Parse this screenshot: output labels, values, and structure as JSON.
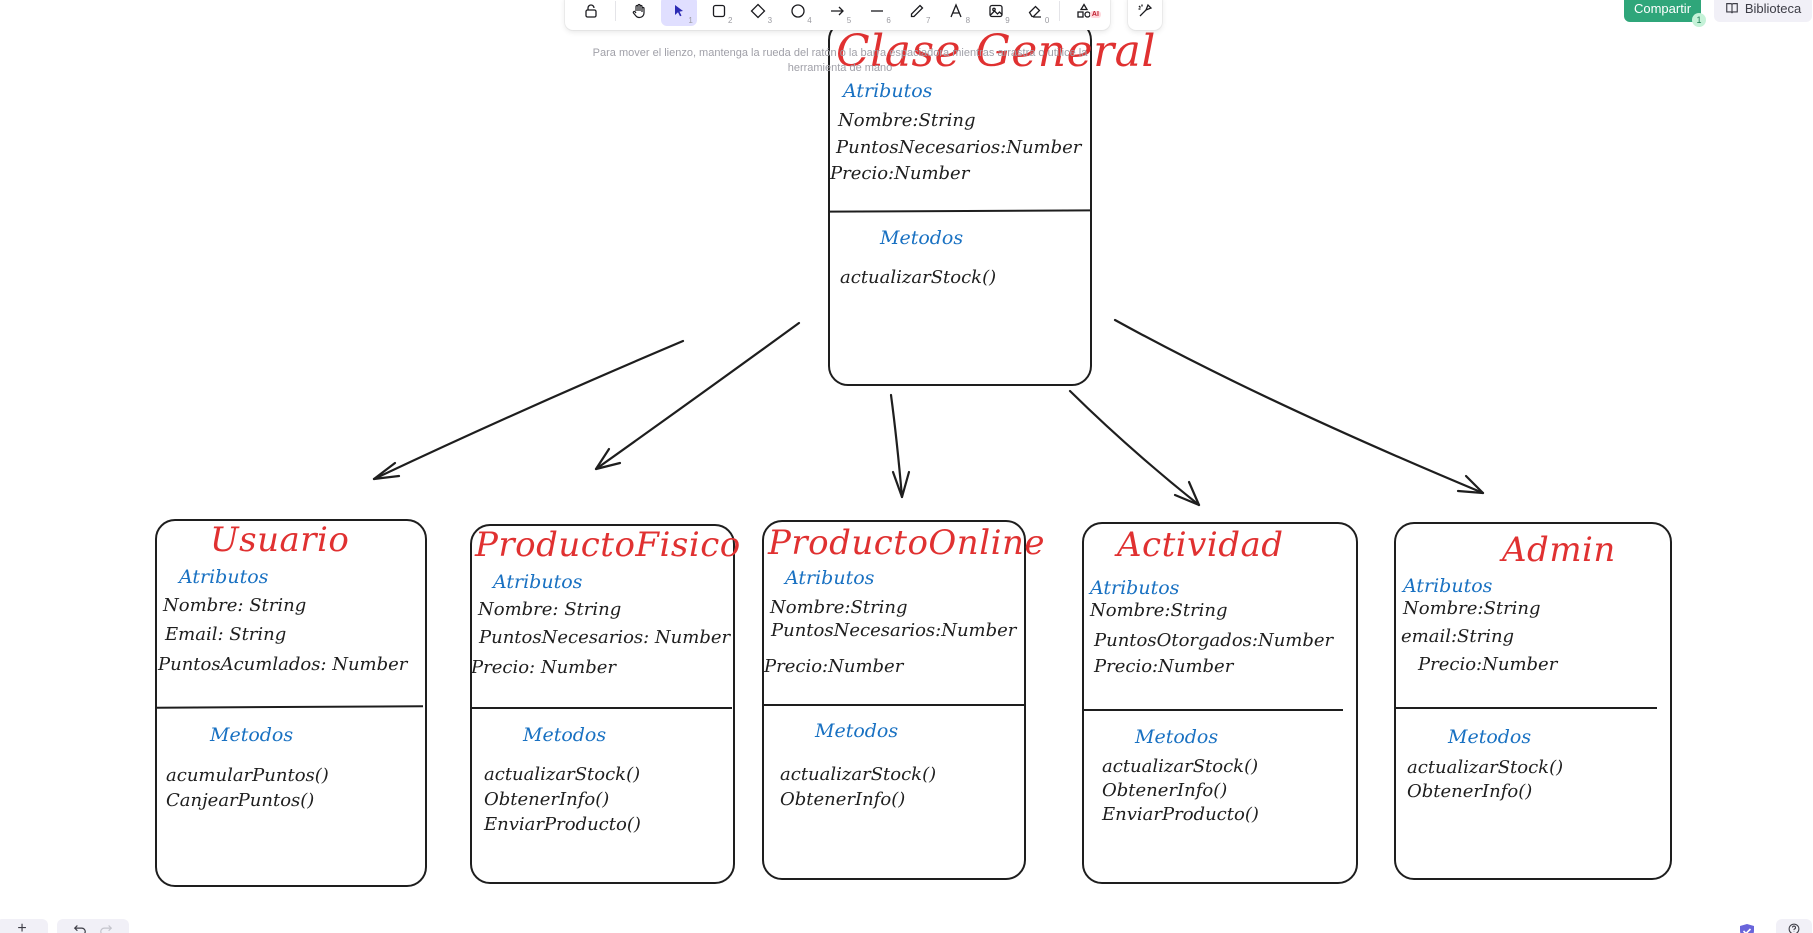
{
  "toolbar": {
    "tools": [
      {
        "name": "lock",
        "num": ""
      },
      {
        "name": "hand",
        "num": ""
      },
      {
        "name": "selection",
        "num": "1"
      },
      {
        "name": "rectangle",
        "num": "2"
      },
      {
        "name": "diamond",
        "num": "3"
      },
      {
        "name": "ellipse",
        "num": "4"
      },
      {
        "name": "arrow",
        "num": "5"
      },
      {
        "name": "line",
        "num": "6"
      },
      {
        "name": "pencil",
        "num": "7"
      },
      {
        "name": "text",
        "num": "8"
      },
      {
        "name": "image",
        "num": "9"
      },
      {
        "name": "eraser",
        "num": "0"
      },
      {
        "name": "shapes-ai",
        "num": ""
      }
    ],
    "ai_badge": "AI",
    "active_tool": "selection"
  },
  "hint": "Para mover el lienzo, mantenga la rueda del ratón o la barra espaciadora mientras arrastra o utilice la herramienta de mano",
  "header": {
    "share_label": "Compartir",
    "share_count": "1",
    "library_label": "Biblioteca"
  },
  "colors": {
    "title": "#e03131",
    "section": "#1971c2",
    "stroke": "#1e1e1e",
    "share": "#2fa67a",
    "active_tool_bg": "#e0dfff"
  },
  "diagram": {
    "general": {
      "title": "Clase General",
      "attr_label": "Atributos",
      "attrs": [
        "Nombre:String",
        "PuntosNecesarios:Number",
        "Precio:Number"
      ],
      "method_label": "Metodos",
      "methods": [
        "actualizarStock()"
      ]
    },
    "classes": [
      {
        "title": "Usuario",
        "attr_label": "Atributos",
        "attrs": [
          "Nombre: String",
          "Email: String",
          "PuntosAcumlados: Number"
        ],
        "method_label": "Metodos",
        "methods": [
          "acumularPuntos()",
          "CanjearPuntos()"
        ]
      },
      {
        "title": "ProductoFisico",
        "attr_label": "Atributos",
        "attrs": [
          "Nombre: String",
          "PuntosNecesarios: Number",
          "Precio: Number"
        ],
        "method_label": "Metodos",
        "methods": [
          "actualizarStock()",
          "ObtenerInfo()",
          "EnviarProducto()"
        ]
      },
      {
        "title": "ProductoOnline",
        "attr_label": "Atributos",
        "attrs": [
          "Nombre:String",
          "PuntosNecesarios:Number",
          "Precio:Number"
        ],
        "method_label": "Metodos",
        "methods": [
          "actualizarStock()",
          "ObtenerInfo()"
        ]
      },
      {
        "title": "Actividad",
        "attr_label": "Atributos",
        "attrs": [
          "Nombre:String",
          "PuntosOtorgados:Number",
          "Precio:Number"
        ],
        "method_label": "Metodos",
        "methods": [
          "actualizarStock()",
          "ObtenerInfo()",
          "EnviarProducto()"
        ]
      },
      {
        "title": "Admin",
        "attr_label": "Atributos",
        "attrs": [
          "Nombre:String",
          "email:String",
          "Precio:Number"
        ],
        "method_label": "Metodos",
        "methods": [
          "actualizarStock()",
          "ObtenerInfo()"
        ]
      }
    ]
  },
  "bottom": {
    "zoom_add_label": "+"
  }
}
